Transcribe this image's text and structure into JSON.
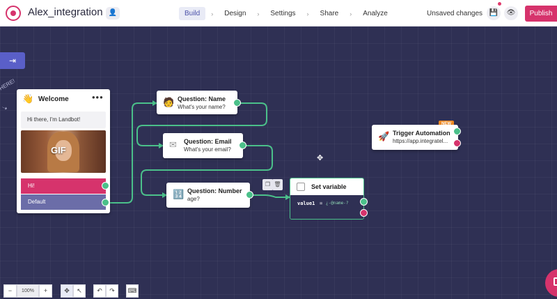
{
  "header": {
    "app_title": "Alex_integration",
    "nav": [
      "Build",
      "Design",
      "Settings",
      "Share",
      "Analyze"
    ],
    "active_tab": "Build",
    "unsaved": "Unsaved changes",
    "publish": "Publish"
  },
  "welcome": {
    "title": "Welcome",
    "message": "Hi there, I'm Landbot!",
    "gif": "GIF",
    "buttons": [
      "Hi!",
      "Default"
    ]
  },
  "nodes": {
    "name": {
      "title": "Question: Name",
      "sub": "What's your name?"
    },
    "email": {
      "title": "Question: Email",
      "sub": "What's your email?"
    },
    "number": {
      "title": "Question: Number",
      "sub": "age?"
    },
    "trigger": {
      "title": "Trigger Automation",
      "sub": "https://app.integratel...",
      "badge": "NEW"
    }
  },
  "setvar": {
    "title": "Set variable",
    "name": "value1",
    "eq": "=",
    "value": "¿-@name-?"
  },
  "toolbar": {
    "zoom": "100%",
    "minus": "−",
    "plus": "+"
  },
  "stray": {
    "text": "HERE!"
  },
  "colors": {
    "canvas": "#2f3054",
    "accent": "#d6336c",
    "wire": "#4bc08a",
    "default_button": "#6b6da8"
  }
}
